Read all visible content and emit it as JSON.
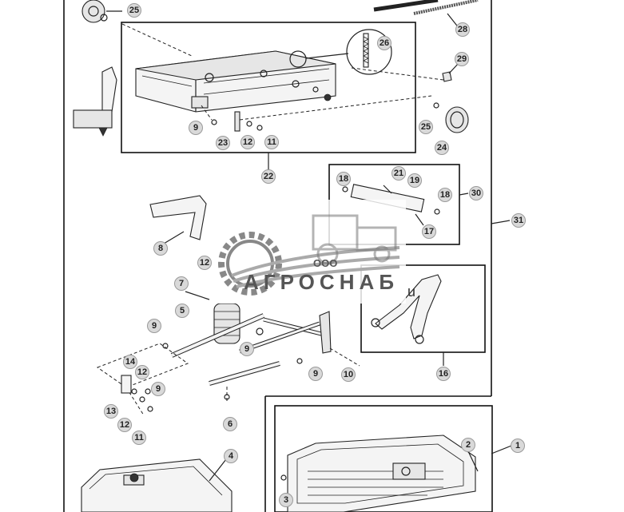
{
  "watermark": {
    "company_prefix": "ООО",
    "company_name": "АГРОСНАБ",
    "fragment": "u"
  },
  "callouts": {
    "c1": "1",
    "c2": "2",
    "c3": "3",
    "c4": "4",
    "c5": "5",
    "c6": "6",
    "c7": "7",
    "c8": "8",
    "c9a": "9",
    "c9b": "9",
    "c9c": "9",
    "c9d": "9",
    "c9e": "9",
    "c10": "10",
    "c11a": "11",
    "c11b": "11",
    "c12a": "12",
    "c12b": "12",
    "c12c": "12",
    "c12d": "12",
    "c13": "13",
    "c14": "14",
    "c16": "16",
    "c17": "17",
    "c18a": "18",
    "c18b": "18",
    "c19": "19",
    "c21": "21",
    "c22": "22",
    "c23": "23",
    "c24": "24",
    "c25a": "25",
    "c25b": "25",
    "c26": "26",
    "c28": "28",
    "c29": "29",
    "c30": "30",
    "c31": "31"
  }
}
